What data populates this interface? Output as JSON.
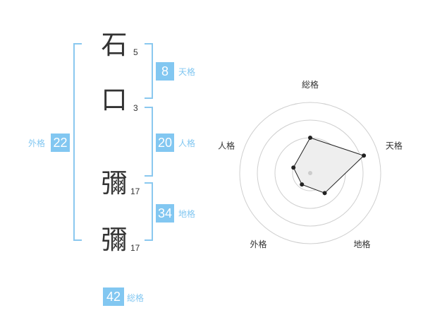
{
  "characters": [
    {
      "char": "石",
      "strokes": "5"
    },
    {
      "char": "口",
      "strokes": "3"
    },
    {
      "char": "彌",
      "strokes": "17"
    },
    {
      "char": "彌",
      "strokes": "17"
    }
  ],
  "scores": {
    "tenkaku": {
      "value": "8",
      "label": "天格"
    },
    "jinkaku": {
      "value": "20",
      "label": "人格"
    },
    "chikaku": {
      "value": "34",
      "label": "地格"
    },
    "gaikaku": {
      "value": "22",
      "label": "外格"
    },
    "soukaku": {
      "value": "42",
      "label": "総格"
    }
  },
  "colors": {
    "accent": "#82c7f1",
    "bracket": "#8ac8ef",
    "text": "#333333",
    "radar_fill": "#eeeeee"
  },
  "chart_data": {
    "type": "radar",
    "axes": [
      "総格",
      "天格",
      "地格",
      "外格",
      "人格"
    ],
    "values": [
      0.5,
      0.8,
      0.35,
      0.2,
      0.25
    ],
    "rings": 4,
    "max": 1
  }
}
